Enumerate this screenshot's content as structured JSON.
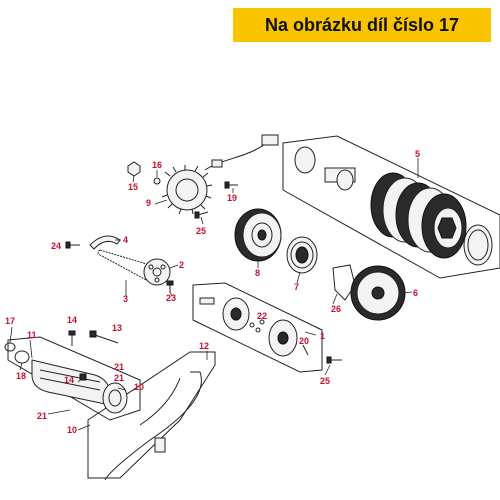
{
  "banner": {
    "text": "Na obrázku díl číslo 17",
    "color": "#f9c300"
  },
  "label_color": "#c8102e",
  "callouts": {
    "c1": "1",
    "c2": "2",
    "c3": "3",
    "c4": "4",
    "c5": "5",
    "c6": "6",
    "c7": "7",
    "c8": "8",
    "c9": "9",
    "c10a": "10",
    "c10b": "10",
    "c11": "11",
    "c12": "12",
    "c13": "13",
    "c14a": "14",
    "c14b": "14",
    "c15": "15",
    "c16": "16",
    "c17": "17",
    "c18": "18",
    "c19": "19",
    "c20": "20",
    "c21a": "21",
    "c21b": "21",
    "c21c": "21",
    "c22": "22",
    "c23": "23",
    "c24": "24",
    "c25a": "25",
    "c25b": "25",
    "c26": "26"
  }
}
